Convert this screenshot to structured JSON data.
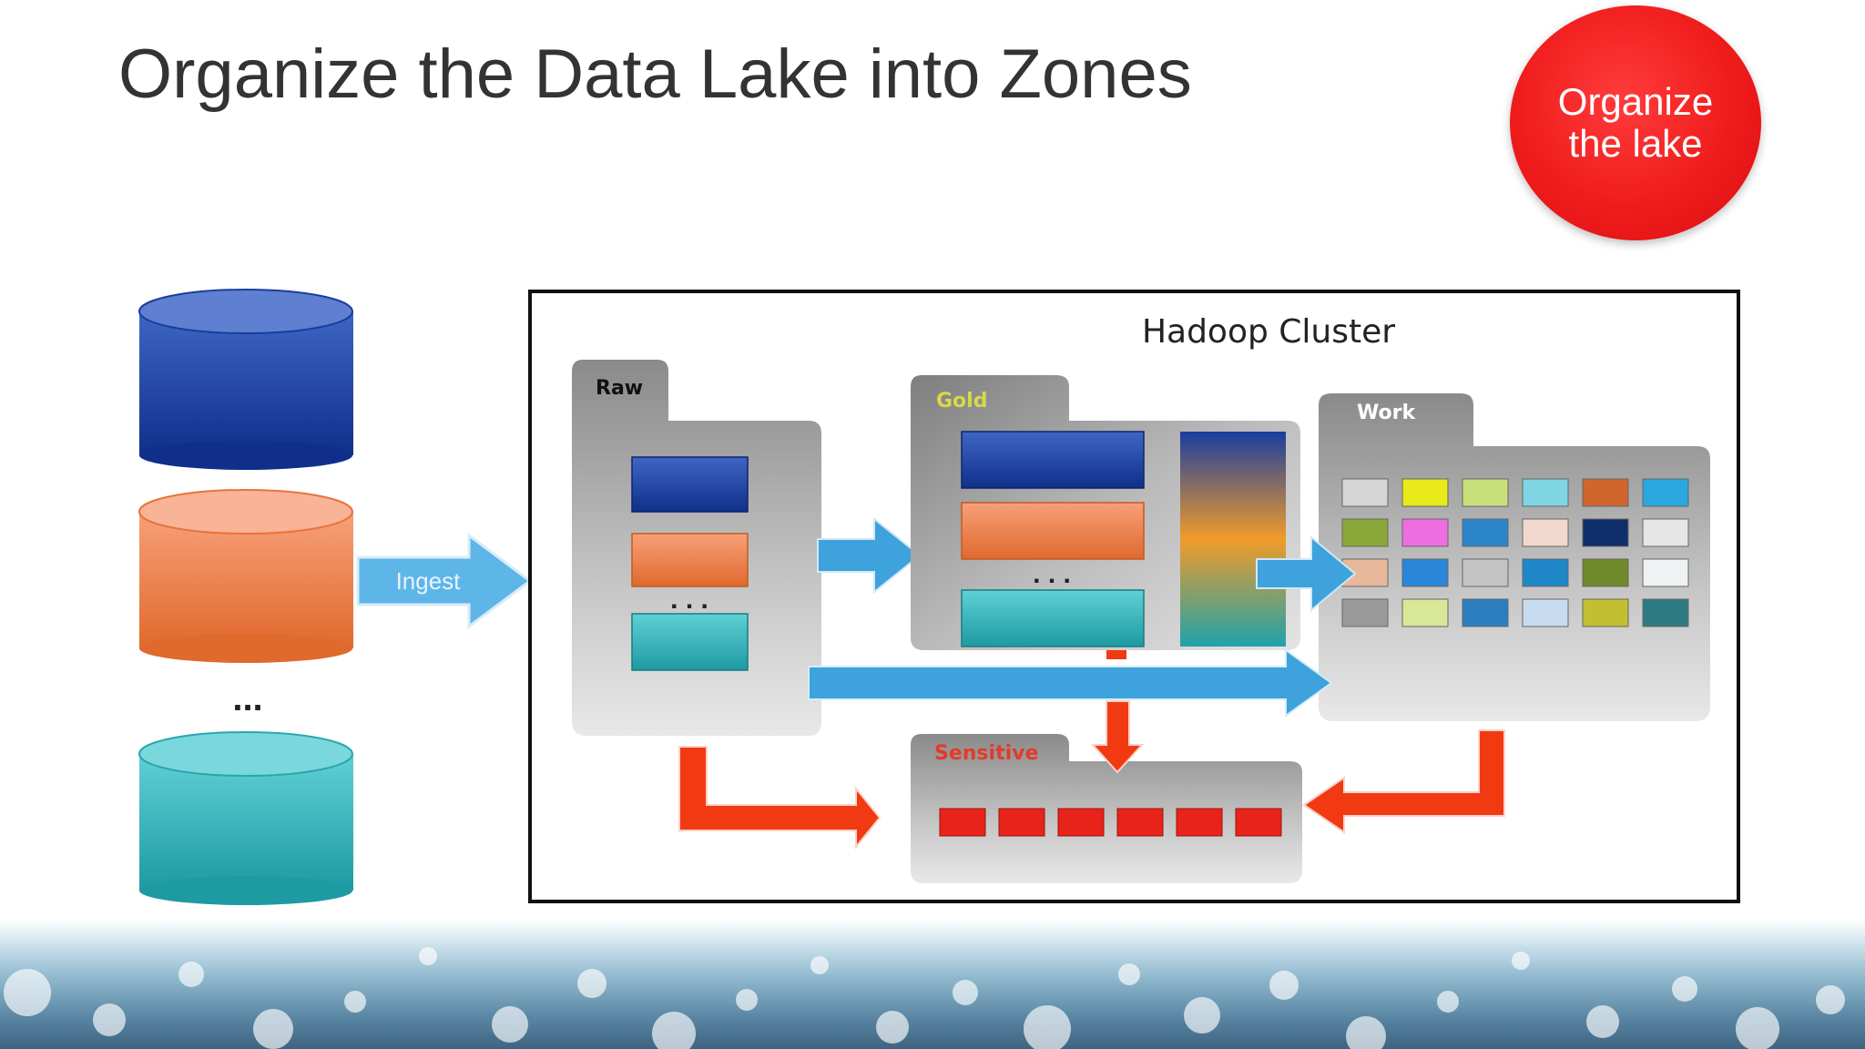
{
  "slide": {
    "title": "Organize the Data Lake into Zones",
    "badge_text": "Organize the lake"
  },
  "diagram": {
    "cluster_title": "Hadoop Cluster",
    "ingest_label": "Ingest",
    "source_ellipsis": "...",
    "zones": {
      "raw": "Raw",
      "gold": "Gold",
      "work": "Work",
      "sensitive": "Sensitive"
    },
    "colors": {
      "blue": "#1a3e9e",
      "orange": "#e8733a",
      "teal": "#2aa6ad",
      "arrow_blue": "#3ea2dc",
      "arrow_red": "#f23a12",
      "gold_label": "#d8d84a",
      "sensitive_label": "#e43a2a"
    }
  }
}
